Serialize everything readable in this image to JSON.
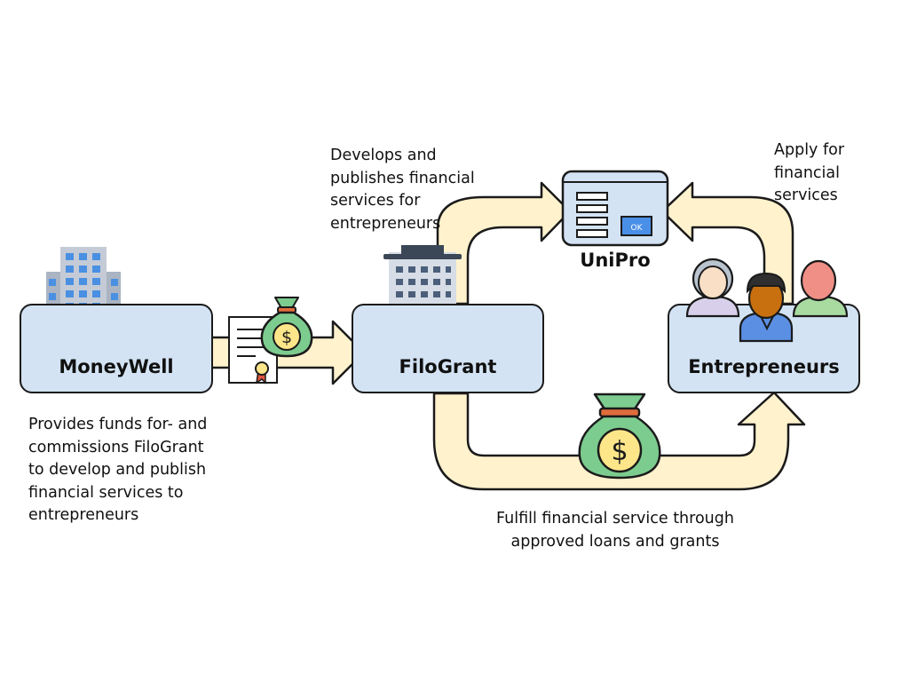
{
  "nodes": {
    "moneywell": {
      "label": "MoneyWell"
    },
    "filogrant": {
      "label": "FiloGrant"
    },
    "unipro": {
      "label": "UniPro",
      "button_label": "OK"
    },
    "entrepreneurs": {
      "label": "Entrepreneurs"
    }
  },
  "captions": {
    "moneywell": [
      "Provides funds for- and",
      "commissions FiloGrant",
      "to develop and publish",
      "financial services to",
      "entrepreneurs"
    ],
    "filogrant_publish": [
      "Develops and",
      "publishes financial",
      "services for",
      "entrepreneurs"
    ],
    "apply": [
      "Apply for",
      "financial",
      "services"
    ],
    "fulfill": [
      "Fulfill financial service through",
      "approved loans and grants"
    ]
  },
  "icons": {
    "moneywell_building": "office-building-icon",
    "filogrant_building": "office-building-icon",
    "contract": "certificate-icon",
    "money_bag_small": "money-bag-icon",
    "money_bag_large": "money-bag-icon",
    "form_window": "form-window-icon",
    "people": "people-group-icon",
    "currency_symbol": "$"
  },
  "colors": {
    "node_fill": "#d3e3f4",
    "arrow_fill": "#fff2cd",
    "outline": "#1b1b1b",
    "building_blue": "#4a90e2",
    "money_green": "#7dcc8f",
    "coin_yellow": "#fde68a",
    "ok_button": "#4a8fe7"
  }
}
